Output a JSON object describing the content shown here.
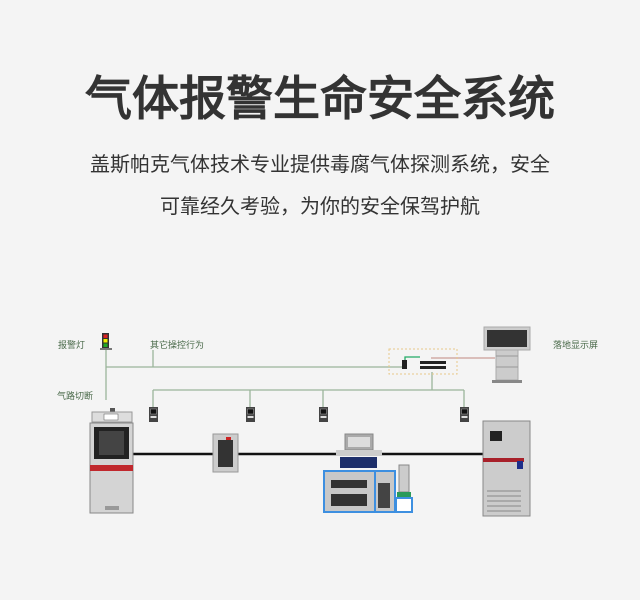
{
  "header": {
    "title": "气体报警生命安全系统",
    "subtitle_line1": "盖斯帕克气体技术专业提供毒腐气体探测系统，安全",
    "subtitle_line2": "可靠经久考验，为你的安全保驾护航"
  },
  "diagram": {
    "labels": {
      "alarm_light": "报警灯",
      "other_controls": "其它操控行为",
      "gas_cutoff": "气路切断",
      "floor_display": "落地显示屏"
    },
    "colors": {
      "signal_line": "#9bb59b",
      "gas_line": "#111111",
      "accent_red": "#c0282d",
      "accent_blue": "#3d8fe0"
    }
  }
}
